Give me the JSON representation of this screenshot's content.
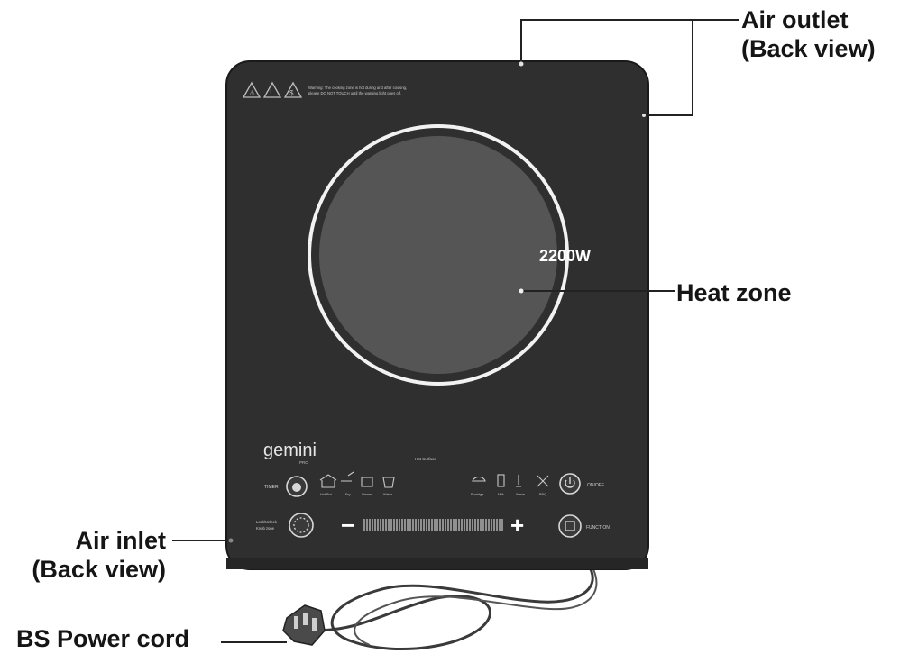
{
  "labels": {
    "air_outlet": {
      "line1": "Air outlet",
      "line2": "(Back view)"
    },
    "heat_zone": "Heat zone",
    "air_inlet": {
      "line1": "Air inlet",
      "line2": "(Back view)"
    },
    "power_cord": "BS Power cord"
  },
  "cooktop": {
    "power_rating": "2200W",
    "brand": "gemini",
    "brand_sub": "PRO",
    "surface_label": "Hot Surface",
    "warning_text_1": "Warning: The cooking zone is hot during and after cooking,",
    "warning_text_2": "please DO NOT TOUCH until the warning light goes off.",
    "controls": {
      "timer": "TIMER",
      "lock_label_1": "Lock/Unlock",
      "lock_label_2": "Knob zone",
      "on_off": "ON/OFF",
      "function": "FUNCTION",
      "minus": "−",
      "plus": "+",
      "modes_left": [
        "Hot Pot",
        "Fry",
        "Steam",
        "Water"
      ],
      "modes_right": [
        "Porridge",
        "Milk",
        "Warm",
        "BBQ"
      ]
    }
  },
  "colors": {
    "panel": "#2f2f2f",
    "ring": "#f2f2f2",
    "heat_zone": "#555555",
    "label_text": "#151515"
  }
}
